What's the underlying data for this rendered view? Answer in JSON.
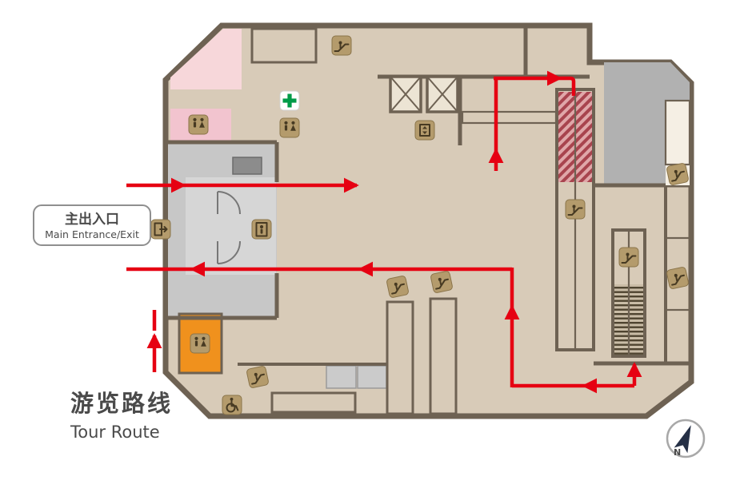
{
  "labels": {
    "entrance_cn": "主出入口",
    "entrance_en": "Main Entrance/Exit",
    "route_cn": "游览路线",
    "route_en": "Tour Route",
    "compass_n": "N"
  },
  "colors": {
    "floor": "#d8cbb8",
    "wall": "#6e6253",
    "route-red": "#e60012",
    "pink-light": "#f7d7da",
    "pink-mid": "#f2c4cf",
    "orange": "#f0911d",
    "gray-area": "#b1b1b1",
    "gray-entrance": "#c7c7c7",
    "gray-light": "#cbcbcb",
    "desk-gray": "#8c8c8c",
    "icon-bg": "#b49b6c",
    "icon-fg": "#473a22",
    "green-cross": "#009b48",
    "stripe-bg": "#e0a7a9",
    "stripe-fg": "#a8444e",
    "stair-bg": "#f5efe4",
    "compass-navy": "#253046",
    "text-dark": "#4a4a4a",
    "label-border": "#8f8f8f"
  },
  "icons": {
    "escalator": "person on diagonal steps",
    "elevator": "cab box with up/down triangles",
    "restroom": "male + female figures",
    "entrance_door": "figure in doorway",
    "exit_arrow": "door with right arrow",
    "wheelchair": "♿",
    "first_aid": "✚ green cross",
    "north_arrow": "➤ navy kite arrow"
  }
}
